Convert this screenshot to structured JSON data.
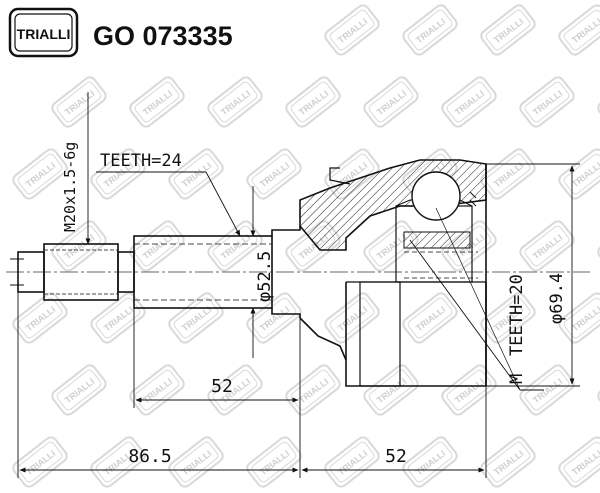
{
  "header": {
    "brand": "TRIALLI",
    "part_number": "GO 073335"
  },
  "watermark": {
    "text": "TRIALLI"
  },
  "drawing": {
    "thread_label": "M20x1.5-6g",
    "teeth_outer_label": "TEETH=24",
    "teeth_inner_label": "TEETH=20",
    "shaft_diameter_label": "φ52.5",
    "housing_diameter_label": "φ69.4",
    "mark_label": "M",
    "length_shaft_label": "52",
    "length_total_left_label": "86.5",
    "length_housing_label": "52"
  },
  "colors": {
    "line": "#111111",
    "watermark": "#d9d9d9"
  }
}
